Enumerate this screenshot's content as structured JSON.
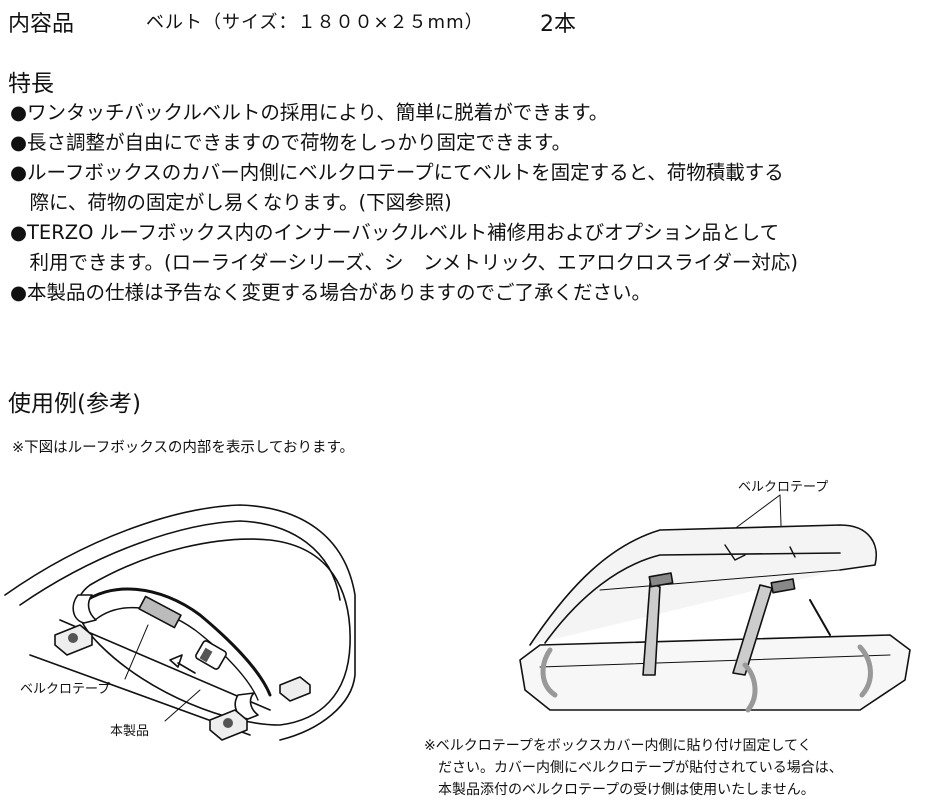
{
  "contents": {
    "label": "内容品",
    "item": "ベルト（サイズ：１８００×２５mm）",
    "quantity": "2本"
  },
  "features": {
    "heading": "特長",
    "lines": [
      "●ワンタッチバックルベルトの採用により、簡単に脱着ができます。",
      "●長さ調整が自由にできますので荷物をしっかり固定できます。",
      "●ルーフボックスのカバー内側にベルクロテープにてベルトを固定すると、荷物積載する",
      "　際に、荷物の固定がし易くなります。(下図参照)",
      "●TERZO ルーフボックス内のインナーバックルベルト補修用およびオプション品として",
      "　利用できます。(ローライダーシリーズ、シ　ンメトリック、エアロクロスライダー対応)",
      "●本製品の仕様は予告なく変更する場合がありますのでご了承ください。"
    ]
  },
  "example": {
    "heading": "使用例(参考)",
    "note": "※下図はルーフボックスの内部を表示しております。",
    "left_labels": {
      "velcro": "ベルクロテープ",
      "product": "本製品"
    },
    "right_label": "ベルクロテープ",
    "caption": [
      "※ベルクロテープをボックスカバー内側に貼り付け固定してく",
      "　ださい。カバー内側にベルクロテープが貼付されている場合は、",
      "　本製品添付のベルクロテープの受け側は使用いたしません。"
    ]
  }
}
